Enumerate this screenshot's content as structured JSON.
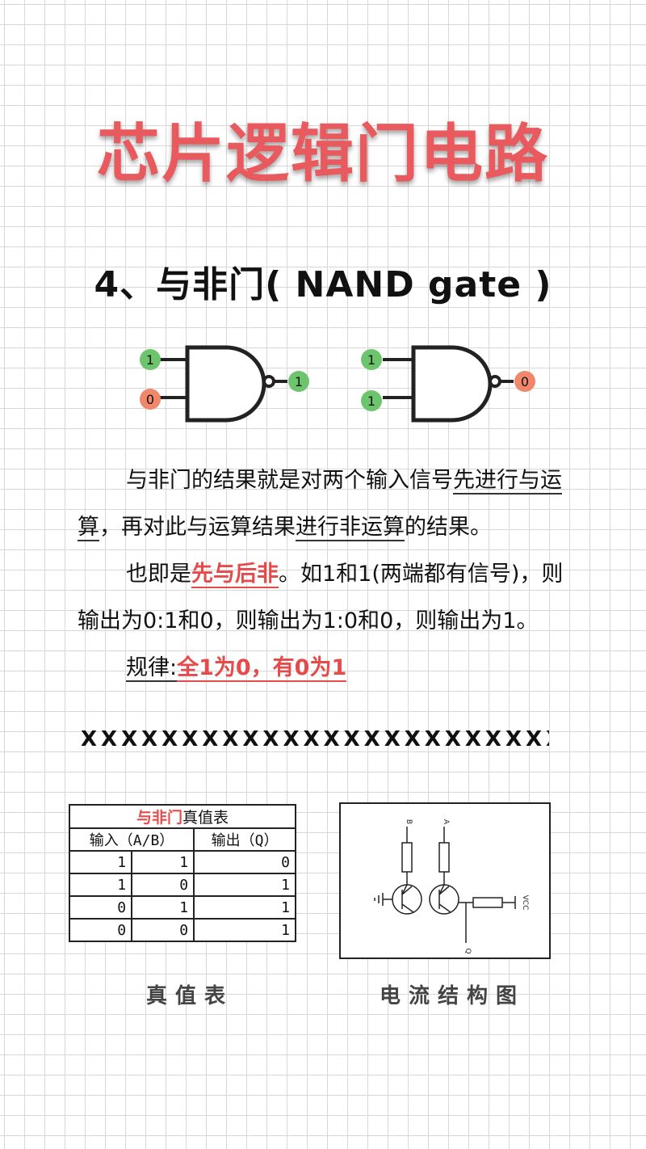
{
  "title": "芯片逻辑门电路",
  "section_title": "4、与非门( NAND gate )",
  "gates": [
    {
      "inputs": [
        "1",
        "0"
      ],
      "output": "1"
    },
    {
      "inputs": [
        "1",
        "1"
      ],
      "output": "0"
    }
  ],
  "description": {
    "p1_a": "与非门的结果就是对两个输入信号",
    "p1_b": "先进行与",
    "p1_c": "运算",
    "p1_d": "，再对此与运算结果",
    "p1_e": "进行非运算",
    "p1_f": "的结果。",
    "p2_a": "也即是",
    "p2_b": "先与后非",
    "p2_c": "。如1和1(两端都有信号)，则输出为0:1和0，则输出为1:0和0，则输出为1。",
    "p3_a": "规律:",
    "p3_b": "全1为0，有0为1"
  },
  "separator": "XXXXXXXXXXXXXXXXXXXXXXXXX",
  "truth_table": {
    "title_red": "与非门",
    "title_rest": "真值表",
    "header_input": "输入（A/B）",
    "header_output": "输出（Q）",
    "rows": [
      [
        "1",
        "1",
        "0"
      ],
      [
        "1",
        "0",
        "1"
      ],
      [
        "0",
        "1",
        "1"
      ],
      [
        "0",
        "0",
        "1"
      ]
    ]
  },
  "circuit": {
    "label_b": "B",
    "label_a": "A",
    "label_vcc": "VCC",
    "label_q": "Q"
  },
  "captions": {
    "table": "真值表",
    "circuit": "电流结构图"
  },
  "colors": {
    "title": "#e85a5e",
    "one_badge": "#6cc46c",
    "zero_badge": "#f0876a",
    "highlight": "#e64b4b"
  }
}
